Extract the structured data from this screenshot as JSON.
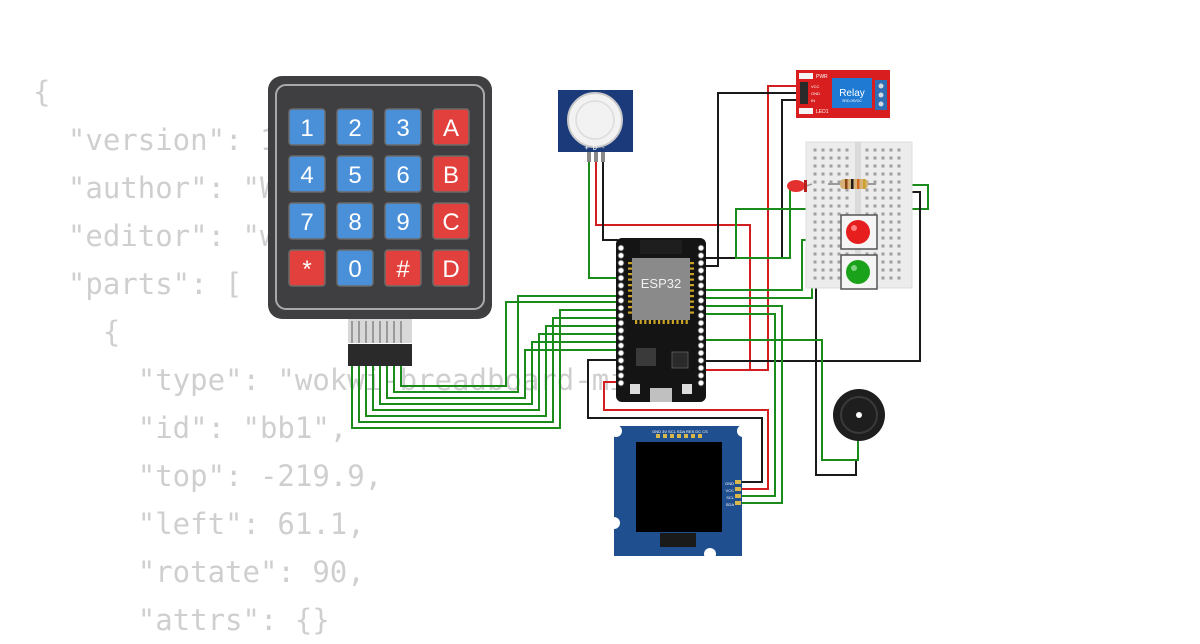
{
  "background_code": [
    "{",
    "  \"version\": 1,",
    "  \"author\": \"Wokwi Maker\",",
    "  \"editor\": \"wokwi\",",
    "  \"parts\": [",
    "    {",
    "      \"type\": \"wokwi-breadboard-mini\",",
    "      \"id\": \"bb1\",",
    "      \"top\": -219.9,",
    "      \"left\": 61.1,",
    "      \"rotate\": 90,",
    "      \"attrs\": {}"
  ],
  "keypad": {
    "keys": [
      "1",
      "2",
      "3",
      "A",
      "4",
      "5",
      "6",
      "B",
      "7",
      "8",
      "9",
      "C",
      "*",
      "0",
      "#",
      "D"
    ],
    "colors": {
      "digit": "#4a90d9",
      "letter": "#e2403c",
      "body": "#3f3f42",
      "rim": "#a9a9ad"
    }
  },
  "esp32": {
    "label": "ESP32"
  },
  "relay": {
    "label": "Relay",
    "sub_label": "SRD-05VDC",
    "pins": [
      "VCC",
      "GND",
      "IN"
    ],
    "pwr_label": "PWR",
    "led_label": "LED1"
  },
  "oled": {
    "header_pins": "GND 3V SCL SDA RES DC CS",
    "side_pins": [
      "GND",
      "VCC",
      "SCL",
      "SDA"
    ]
  },
  "pir": {
    "pins": "+ D -"
  },
  "wire_colors": {
    "green": "#1b8c1b",
    "red": "#d21e1e",
    "black": "#1a1a1a"
  },
  "leds": {
    "red": "#e53030",
    "green": "#1aa31a"
  }
}
